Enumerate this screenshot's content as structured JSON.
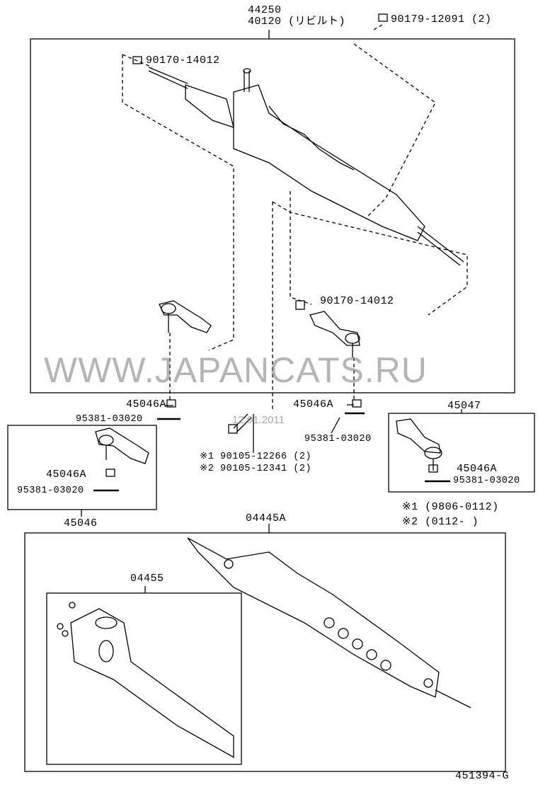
{
  "diagram": {
    "assembly_part": "44250",
    "rebuilt_part": "40120 (リビルト)",
    "top_nut": "90179-12091 (2)",
    "nut_left": "90170-14012",
    "nut_right": "90170-14012",
    "castle_nut_left": "45046A",
    "cotter_pin_left": "95381-03020",
    "castle_nut_right": "45046A",
    "cotter_pin_right": "95381-03020",
    "bolt_1": "※1 90105-12266 (2)",
    "bolt_2": "※2 90105-12341 (2)",
    "tie_rod_left": {
      "part": "45046",
      "nut": "45046A",
      "pin": "95381-03020"
    },
    "tie_rod_right": {
      "part": "45047",
      "nut": "45046A",
      "pin": "95381-03020"
    },
    "note_1": "※1 (9806-0112)",
    "note_2": "※2 (0112-      )",
    "housing_part": "04445A",
    "gasket_kit": "04455",
    "figure_id": "451394-G"
  },
  "watermark": "WWW.JAPANCATS.RU",
  "date_stamp": "12.01.2011"
}
